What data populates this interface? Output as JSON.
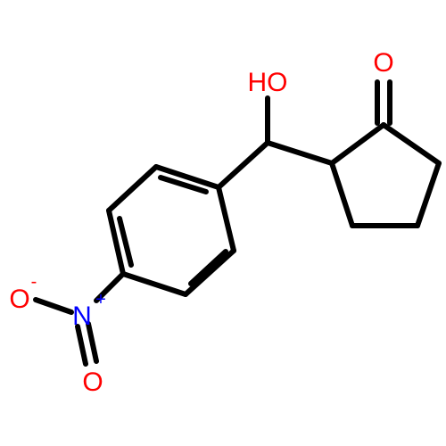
{
  "molecule": {
    "atom_labels": {
      "hydroxyl": "HO",
      "ketone_oxygen": "O",
      "nitro_nitrogen": "N",
      "nitro_charge_plus": "+",
      "nitro_oxygen_minus": "O",
      "nitro_charge_minus": "-",
      "nitro_oxygen_double": "O"
    },
    "colors": {
      "bond": "#000000",
      "oxygen": "#ff0000",
      "nitrogen": "#0000ff",
      "background": "#ffffff"
    }
  }
}
